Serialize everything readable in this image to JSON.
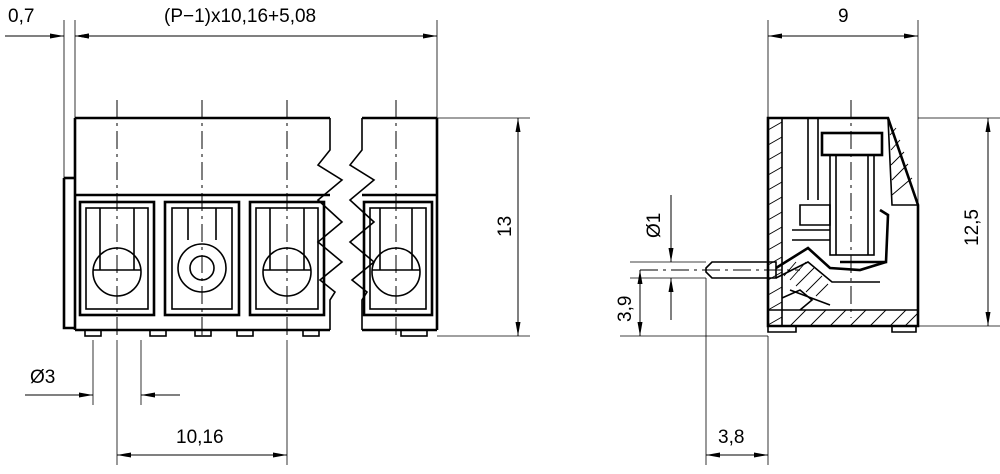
{
  "front_view": {
    "dim_offset": "0,7",
    "dim_total": "(P−1)x10,16+5,08",
    "dim_height": "13",
    "dim_hole": "Ø3",
    "dim_pitch": "10,16"
  },
  "side_view": {
    "dim_width": "9",
    "dim_height": "12,5",
    "dim_pin": "Ø1",
    "dim_pin_height": "3,9",
    "dim_pin_length": "3,8"
  }
}
